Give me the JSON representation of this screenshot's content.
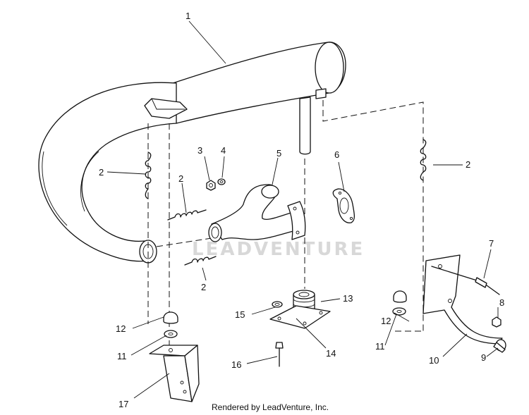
{
  "watermark": "LEADVENTURE",
  "credit": "Rendered by LeadVenture, Inc.",
  "labels": {
    "l1": "1",
    "l2a": "2",
    "l2b": "2",
    "l2c": "2",
    "l2d": "2",
    "l3": "3",
    "l4": "4",
    "l5": "5",
    "l6": "6",
    "l7": "7",
    "l8": "8",
    "l9": "9",
    "l10": "10",
    "l11a": "11",
    "l11b": "11",
    "l12a": "12",
    "l12b": "12",
    "l13": "13",
    "l14": "14",
    "l15": "15",
    "l16": "16",
    "l17": "17"
  }
}
